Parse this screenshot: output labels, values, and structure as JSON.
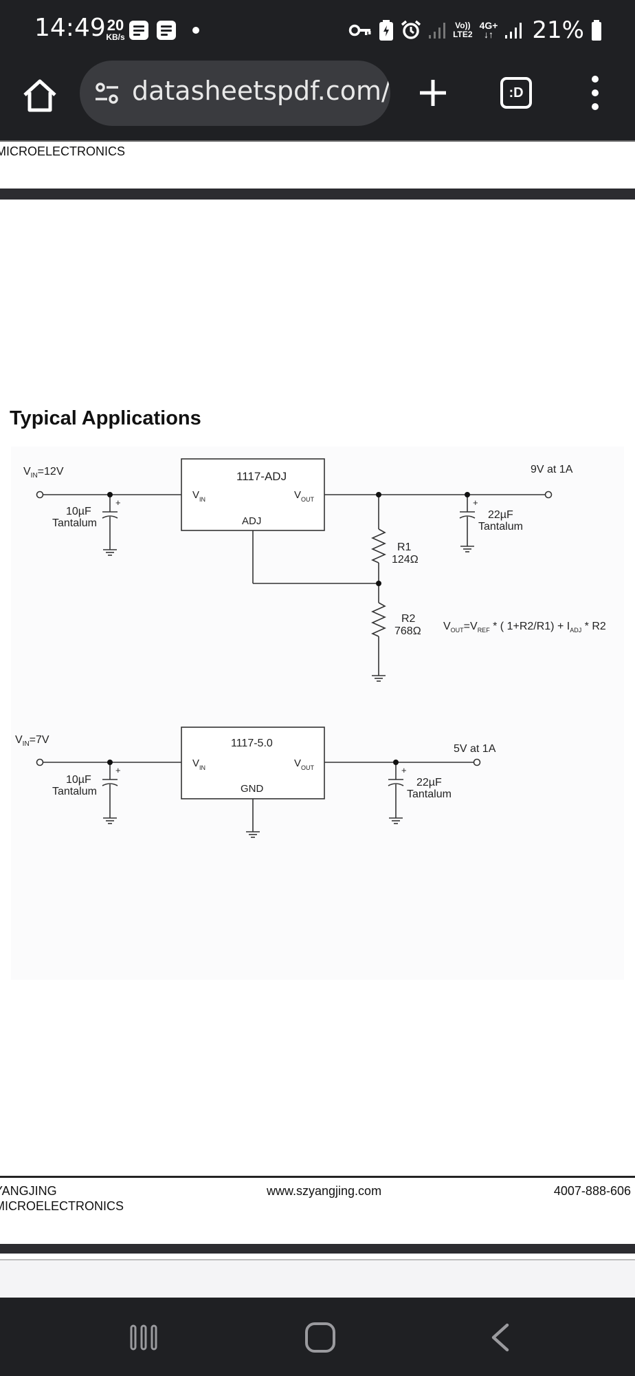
{
  "status_bar": {
    "time": "14:49",
    "net_speed": "20",
    "net_speed_unit": "KB/s",
    "lte_top": "Vo))",
    "lte_bottom": "LTE2",
    "net_type": "4G+",
    "battery": "21%"
  },
  "browser": {
    "url": "datasheetspdf.com/i",
    "tabs_label": ":D"
  },
  "document": {
    "header_company": "MICROELECTRONICS",
    "section_title": "Typical Applications",
    "circuit1": {
      "vin_prefix": "V",
      "vin_sub": "IN",
      "vin_value": "=12V",
      "ic_name": "1117-ADJ",
      "pin_vin": "V",
      "pin_vin_sub": "IN",
      "pin_vout": "V",
      "pin_vout_sub": "OUT",
      "pin_adj": "ADJ",
      "output": "9V at 1A",
      "cin_value": "10µF",
      "cin_type": "Tantalum",
      "cout_value": "22µF",
      "cout_type": "Tantalum",
      "r1_name": "R1",
      "r1_value": "124Ω",
      "r2_name": "R2",
      "r2_value": "768Ω",
      "plus": "+"
    },
    "formula": {
      "v1": "V",
      "s1": "OUT",
      "t1": "=V",
      "s2": "REF",
      "t2": " * ( 1+R2/R1) + I",
      "s3": "ADJ",
      "t3": " * R2"
    },
    "circuit2": {
      "vin_prefix": "V",
      "vin_sub": "IN",
      "vin_value": "=7V",
      "ic_name": "1117-5.0",
      "pin_vin": "V",
      "pin_vin_sub": "IN",
      "pin_vout": "V",
      "pin_vout_sub": "OUT",
      "pin_gnd": "GND",
      "output": "5V at 1A",
      "cin_value": "10µF",
      "cin_type": "Tantalum",
      "cout_value": "22µF",
      "cout_type": "Tantalum",
      "plus": "+"
    },
    "footer": {
      "company_line1": "YANGJING",
      "company_line2": "MICROELECTRONICS",
      "website": "www.szyangjing.com",
      "phone": "4007-888-606"
    }
  }
}
